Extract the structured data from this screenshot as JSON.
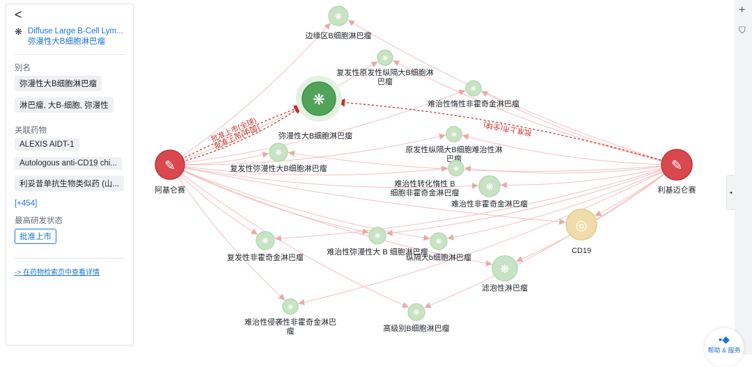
{
  "panel": {
    "back": "<",
    "title_en": "Diffuse Large B-Cell Lym...",
    "title_zh": "弥漫性大B细胞淋巴瘤",
    "alias_label": "别名",
    "aliases": [
      "弥漫性大B细胞淋巴瘤",
      "淋巴瘤, 大B-细胞, 弥漫性"
    ],
    "drugs_label": "关联药物",
    "drugs": [
      "ALEXIS AIDT-1",
      "Autologous anti-CD19 chi...",
      "利妥昔单抗生物类似药 (山..."
    ],
    "more": "[+454]",
    "status_label": "最高研发状态",
    "status": "批准上市",
    "detail_link": "-> 在药物检索页中查看详情"
  },
  "toolbar": {
    "add": "+",
    "filter": "⛉",
    "collapse": "◂"
  },
  "help": {
    "label": "帮助 & 服务"
  },
  "colors": {
    "drug": "#d9484f",
    "disease": "#c8e3c4",
    "main": "#4fa45a",
    "target": "#f0dcaa",
    "edge": "#f0b4b4"
  },
  "graph": {
    "main": "弥漫性大B细胞淋巴瘤",
    "drugs": [
      "阿基仑赛",
      "利基迈仑赛"
    ],
    "target": "CD19",
    "edge_labels": [
      "批准上市(中国)",
      "批准上市(全球)",
      "批准上市(全球)"
    ],
    "diseases": [
      {
        "l1": "边缘区B细胞淋巴瘤",
        "l2": ""
      },
      {
        "l1": "复发性原发性纵隔大B细胞淋",
        "l2": "巴瘤"
      },
      {
        "l1": "难治性惰性非霍奇金淋巴瘤",
        "l2": ""
      },
      {
        "l1": "原发性纵隔大B细胞难治性淋",
        "l2": "巴瘤"
      },
      {
        "l1": "复发性弥漫性大B细胞淋巴瘤",
        "l2": ""
      },
      {
        "l1": "难治性转化惰性 B",
        "l2": "细胞非霍奇金淋巴瘤"
      },
      {
        "l1": "难治性非霍奇金淋巴瘤",
        "l2": ""
      },
      {
        "l1": "复发性非霍奇金淋巴瘤",
        "l2": ""
      },
      {
        "l1": "难治性弥漫性大 B 细胞淋巴瘤",
        "l2": ""
      },
      {
        "l1": "纵隔大b细胞淋巴瘤",
        "l2": ""
      },
      {
        "l1": "滤泡性淋巴瘤",
        "l2": ""
      },
      {
        "l1": "难治性侵袭性非霍奇金淋巴",
        "l2": "瘤"
      },
      {
        "l1": "高级别B细胞淋巴瘤",
        "l2": ""
      }
    ]
  }
}
